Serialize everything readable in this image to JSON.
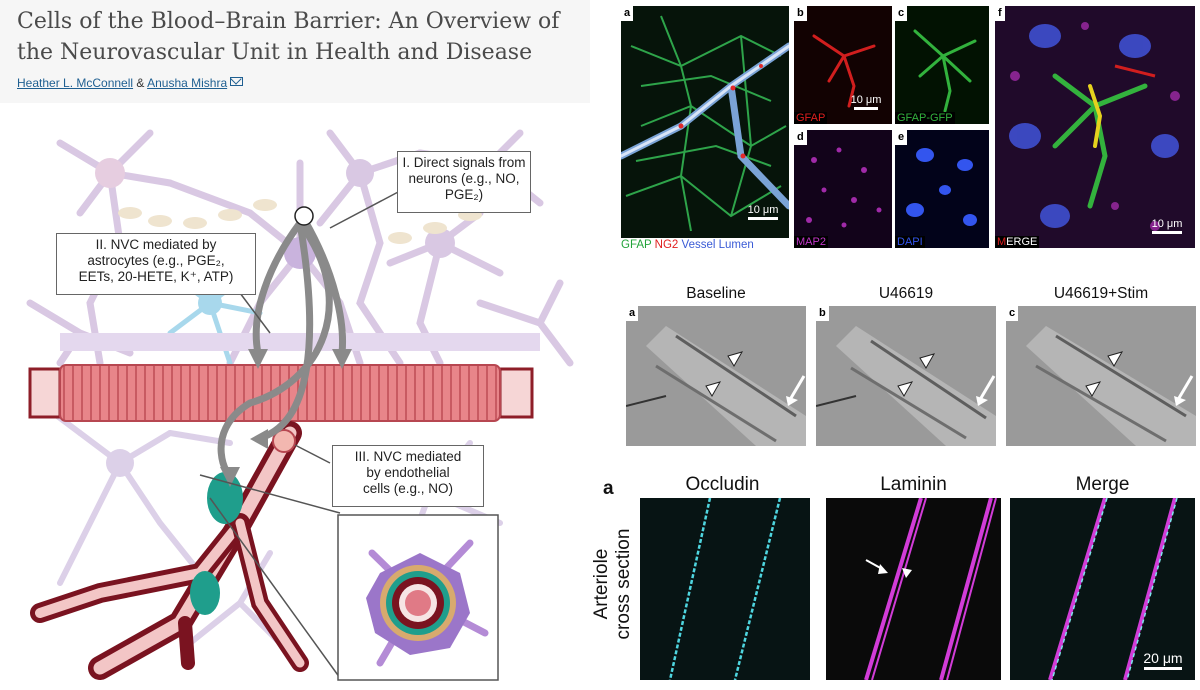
{
  "article": {
    "title": "Cells of the Blood–Brain Barrier: An Overview of the Neurovascular Unit in Health and Disease",
    "author1": "Heather L. McConnell",
    "separator": "&",
    "author2": "Anusha Mishra",
    "mail_icon": "mail-icon"
  },
  "diagram": {
    "label_direct": "I. Direct signals from neurons (e.g., NO, PGE₂)",
    "label_astro_line1": "II. NVC mediated by",
    "label_astro_line2": "astrocytes (e.g., PGE₂,",
    "label_astro_line3": "EETs, 20-HETE, K⁺, ATP)",
    "label_endo_line1": "III. NVC mediated",
    "label_endo_line2": "by endothelial",
    "label_endo_line3": "cells (e.g., NO)"
  },
  "fig_top": {
    "a_letter": "a",
    "a_scale": "10 μm",
    "legend_gfap": "GFAP",
    "legend_ng2": "NG2",
    "legend_vessel": "Vessel Lumen",
    "b_letter": "b",
    "b_label": "GFAP",
    "b_scale": "10 μm",
    "c_letter": "c",
    "c_label": "GFAP-GFP",
    "d_letter": "d",
    "d_label": "MAP2",
    "e_letter": "e",
    "e_label": "DAPI",
    "f_letter": "f",
    "f_label_m": "M",
    "f_label_rest": "ERGE",
    "f_scale": "10 μm",
    "colors": {
      "gfap": "#22a33a",
      "ng2": "#e01e1e",
      "vessel": "#3a5bd6",
      "map2": "#c236c9",
      "dapi": "#3355ee"
    }
  },
  "fig_mid": {
    "col1": "Baseline",
    "col2": "U46619",
    "col3": "U46619+Stim",
    "a_letter": "a",
    "b_letter": "b",
    "c_letter": "c"
  },
  "fig_bot": {
    "panel_letter": "a",
    "col1": "Occludin",
    "col2": "Laminin",
    "col3": "Merge",
    "row_line1": "Arteriole",
    "row_line2": "cross section",
    "scale": "20 μm",
    "colors": {
      "occludin": "#4fd6e0",
      "laminin": "#d23cd8"
    }
  }
}
